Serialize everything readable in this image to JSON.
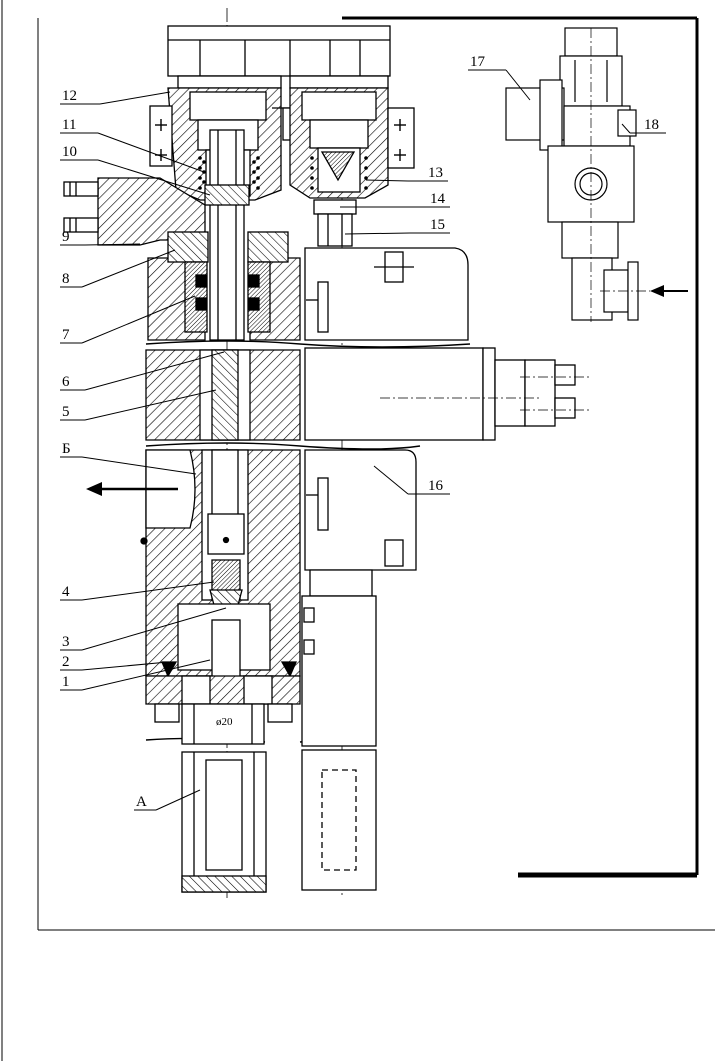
{
  "labels": {
    "l1": "1",
    "l2": "2",
    "l3": "3",
    "l4": "4",
    "l5": "5",
    "l6": "6",
    "l7": "7",
    "l8": "8",
    "l9": "9",
    "l10": "10",
    "l11": "11",
    "l12": "12",
    "l13": "13",
    "l14": "14",
    "l15": "15",
    "l16": "16",
    "l17": "17",
    "l18": "18",
    "lA": "А",
    "lB": "Б"
  },
  "dimension": "ø20"
}
